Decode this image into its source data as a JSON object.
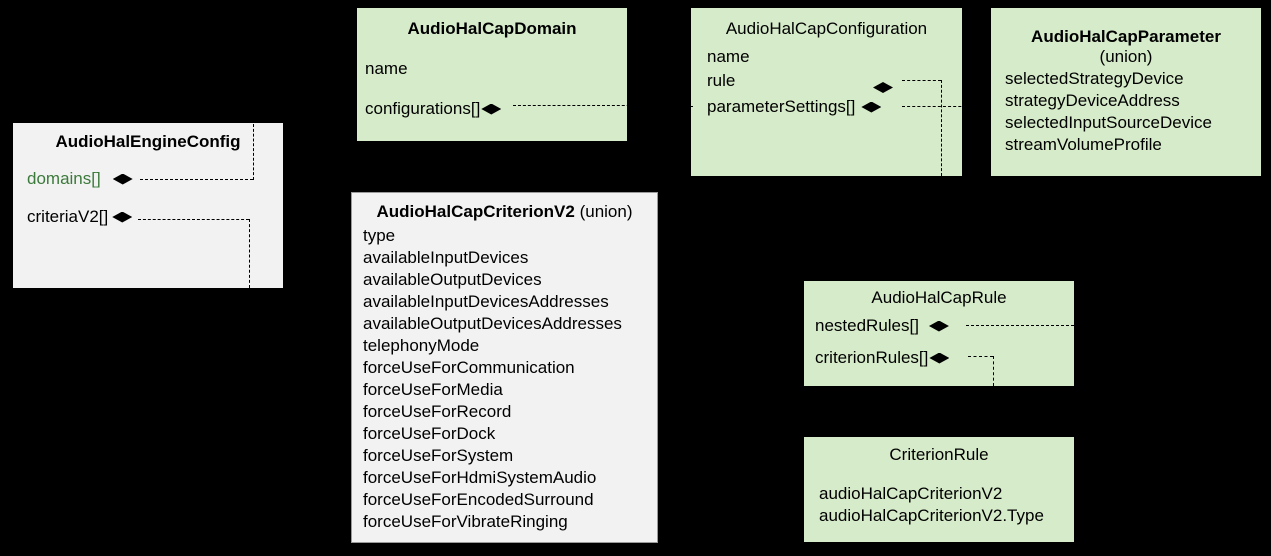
{
  "diagram": {
    "title_semantic": "audio-hal-cap-uml-class-diagram",
    "background_color": "#000000",
    "green_box_color": "#d6ebc9",
    "gray_box_color": "#f2f2f2",
    "green_attr_color": "#3c7a3c"
  },
  "classes": {
    "engine_config": {
      "title": "AudioHalEngineConfig",
      "attributes": [
        {
          "label": "domains[]",
          "aggregation": true,
          "highlight": true
        },
        {
          "label": "criteriaV2[]",
          "aggregation": true,
          "highlight": false
        }
      ]
    },
    "cap_domain": {
      "title": "AudioHalCapDomain",
      "attributes": [
        {
          "label": "name",
          "aggregation": false
        },
        {
          "label": "configurations[]",
          "aggregation": true
        }
      ]
    },
    "cap_configuration": {
      "title": "AudioHalCapConfiguration",
      "attributes": [
        {
          "label": "name",
          "aggregation": false
        },
        {
          "label": "rule",
          "aggregation": true
        },
        {
          "label": "parameterSettings[]",
          "aggregation": true
        }
      ]
    },
    "cap_parameter": {
      "title": "AudioHalCapParameter",
      "subtitle": "(union)",
      "attributes": [
        {
          "label": "selectedStrategyDevice"
        },
        {
          "label": "strategyDeviceAddress"
        },
        {
          "label": "selectedInputSourceDevice"
        },
        {
          "label": "streamVolumeProfile"
        }
      ]
    },
    "cap_criterion_v2": {
      "title": "AudioHalCapCriterionV2",
      "subtitle": "(union)",
      "attributes": [
        {
          "label": "type"
        },
        {
          "label": "availableInputDevices"
        },
        {
          "label": "availableOutputDevices"
        },
        {
          "label": "availableInputDevicesAddresses"
        },
        {
          "label": "availableOutputDevicesAddresses"
        },
        {
          "label": "telephonyMode"
        },
        {
          "label": "forceUseForCommunication"
        },
        {
          "label": "forceUseForMedia"
        },
        {
          "label": "forceUseForRecord"
        },
        {
          "label": "forceUseForDock"
        },
        {
          "label": "forceUseForSystem"
        },
        {
          "label": "forceUseForHdmiSystemAudio"
        },
        {
          "label": "forceUseForEncodedSurround"
        },
        {
          "label": "forceUseForVibrateRinging"
        }
      ]
    },
    "cap_rule": {
      "title": "AudioHalCapRule",
      "attributes": [
        {
          "label": "nestedRules[]",
          "aggregation": true
        },
        {
          "label": "criterionRules[]",
          "aggregation": true
        }
      ]
    },
    "criterion_rule": {
      "title": "CriterionRule",
      "attributes": [
        {
          "label": "audioHalCapCriterionV2"
        },
        {
          "label": "audioHalCapCriterionV2.Type"
        }
      ]
    }
  }
}
